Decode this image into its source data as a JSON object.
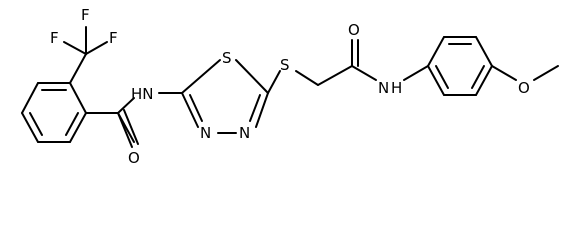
{
  "molecule": {
    "atoms": {
      "F1": "F",
      "F2": "F",
      "F3": "F",
      "NH_amide1": "HN",
      "O_amide1": "O",
      "S_ring": "S",
      "N_ring1": "N",
      "N_ring2": "N",
      "S_thio": "S",
      "O_amide2": "O",
      "NH_amide2": "N",
      "H_amide2": "H",
      "O_methoxy": "O"
    }
  },
  "colors": {
    "bond": "#000000",
    "atom": "#000000",
    "background": "#ffffff"
  }
}
